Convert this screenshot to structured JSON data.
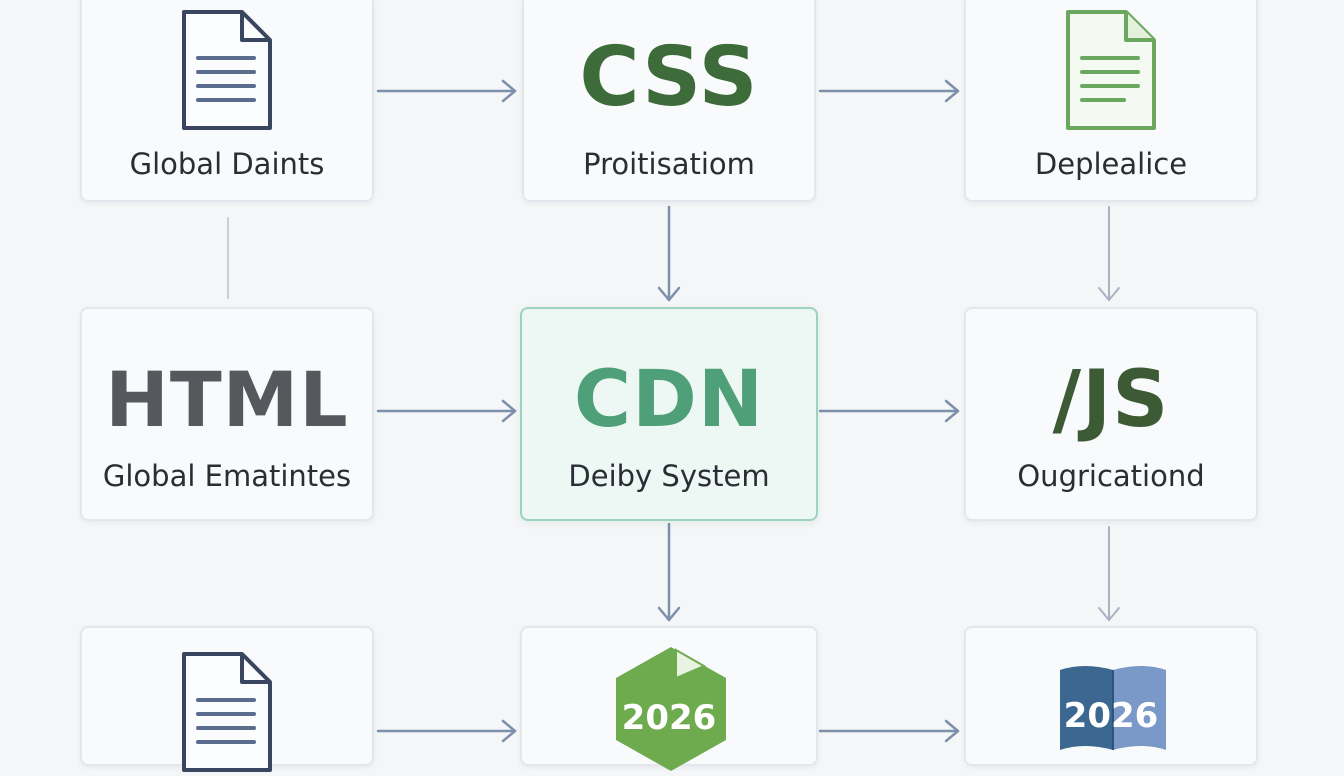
{
  "colors": {
    "arrow": "#7d8faa",
    "connector_faint": "#c9ced8",
    "node_border": "#e3e6ed",
    "highlight_border": "#9dd3bd",
    "css_text": "#3e6b3a",
    "cdn_text": "#4fa079",
    "html_text": "#55585c",
    "js_text": "#3c5a33",
    "doc_outline": "#3a4660",
    "doc_lines": "#5b6d8e",
    "green_doc": "#6aa860",
    "badge_green": "#6eaa4e",
    "book_blue": "#3c6791",
    "book_light": "#7a99c9"
  },
  "nodes": {
    "global_daints": {
      "icon": "document-icon",
      "caption": "Global Daints"
    },
    "css": {
      "title": "CSS",
      "caption": "Proitisatiom"
    },
    "deplealice": {
      "icon": "green-document-icon",
      "caption": "Deplealice"
    },
    "html": {
      "title": "HTML",
      "caption": "Global Ematintes"
    },
    "cdn": {
      "title": "CDN",
      "caption": "Deiby System"
    },
    "js": {
      "title": "/JS",
      "caption": "Ougricationd"
    },
    "bottom_left": {
      "icon": "document-icon"
    },
    "bottom_center": {
      "icon": "hexagon-badge-icon",
      "badge": "2026"
    },
    "bottom_right": {
      "icon": "book-icon",
      "badge": "2026"
    }
  }
}
